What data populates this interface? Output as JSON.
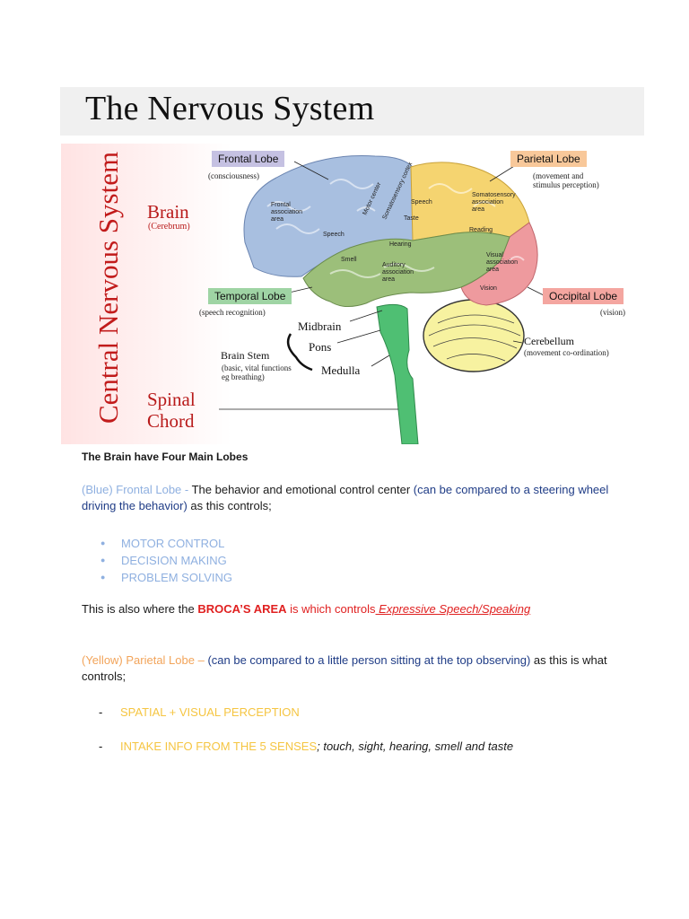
{
  "title": "The Nervous System",
  "figure": {
    "side_label": "Central Nervous System",
    "brain_label": "Brain",
    "brain_sub": "(Cerebrum)",
    "spinal_label_1": "Spinal",
    "spinal_label_2": "Chord",
    "frontal": {
      "label": "Frontal Lobe",
      "sub": "(consciousness)",
      "color": "#c5c1e2"
    },
    "parietal": {
      "label": "Parietal Lobe",
      "sub_1": "(movement and",
      "sub_2": "stimulus perception)",
      "color": "#f8c89a"
    },
    "temporal": {
      "label": "Temporal Lobe",
      "sub": "(speech recognition)",
      "color": "#9fd4a4"
    },
    "occipital": {
      "label": "Occipital Lobe",
      "sub": "(vision)",
      "color": "#f4a6a0"
    },
    "brain_stem": {
      "label": "Brain Stem",
      "sub_1": "(basic, vital functions",
      "sub_2": "eg breathing)"
    },
    "midbrain": "Midbrain",
    "pons": "Pons",
    "medulla": "Medulla",
    "cerebellum": {
      "label": "Cerebellum",
      "sub": "(movement co-ordination)"
    },
    "regions": {
      "frontal_assoc_1": "Frontal",
      "frontal_assoc_2": "association",
      "frontal_assoc_3": "area",
      "motor_center": "Motor center",
      "somatosensory_cortex": "Somatosensory cortex",
      "speech_top": "Speech",
      "taste": "Taste",
      "somato_assoc_1": "Somatosensory",
      "somato_assoc_2": "association",
      "somato_assoc_3": "area",
      "reading": "Reading",
      "speech_left": "Speech",
      "hearing": "Hearing",
      "smell": "Smell",
      "auditory_1": "Auditory",
      "auditory_2": "association",
      "auditory_3": "area",
      "visual_1": "Visual",
      "visual_2": "association",
      "visual_3": "area",
      "vision": "Vision"
    }
  },
  "body": {
    "heading": "The Brain have Four Main Lobes",
    "frontal_para": {
      "prefix": "(Blue) Frontal Lobe - ",
      "main": "The behavior and emotional control center ",
      "compare": "(can be compared to a steering wheel driving the behavior)",
      "suffix": " as this controls;"
    },
    "frontal_bullets": [
      "MOTOR CONTROL",
      "DECISION MAKING",
      "PROBLEM SOLVING"
    ],
    "broca": {
      "prefix": "This is also where the ",
      "bold": "BROCA’S AREA",
      "middle": " is which controls",
      "italic": " Expressive Speech/Speaking "
    },
    "parietal_para": {
      "prefix": "(Yellow) Parietal Lobe – ",
      "compare": "(can be compared to a little person sitting at the top observing)",
      "suffix": " as this is what controls;"
    },
    "parietal_items": [
      {
        "dash": "-",
        "text": "SPATIAL + VISUAL PERCEPTION",
        "extra": ""
      },
      {
        "dash": "-",
        "text": "INTAKE INFO FROM THE 5 SENSES",
        "extra": "; touch, sight, hearing, smell and taste"
      }
    ]
  }
}
